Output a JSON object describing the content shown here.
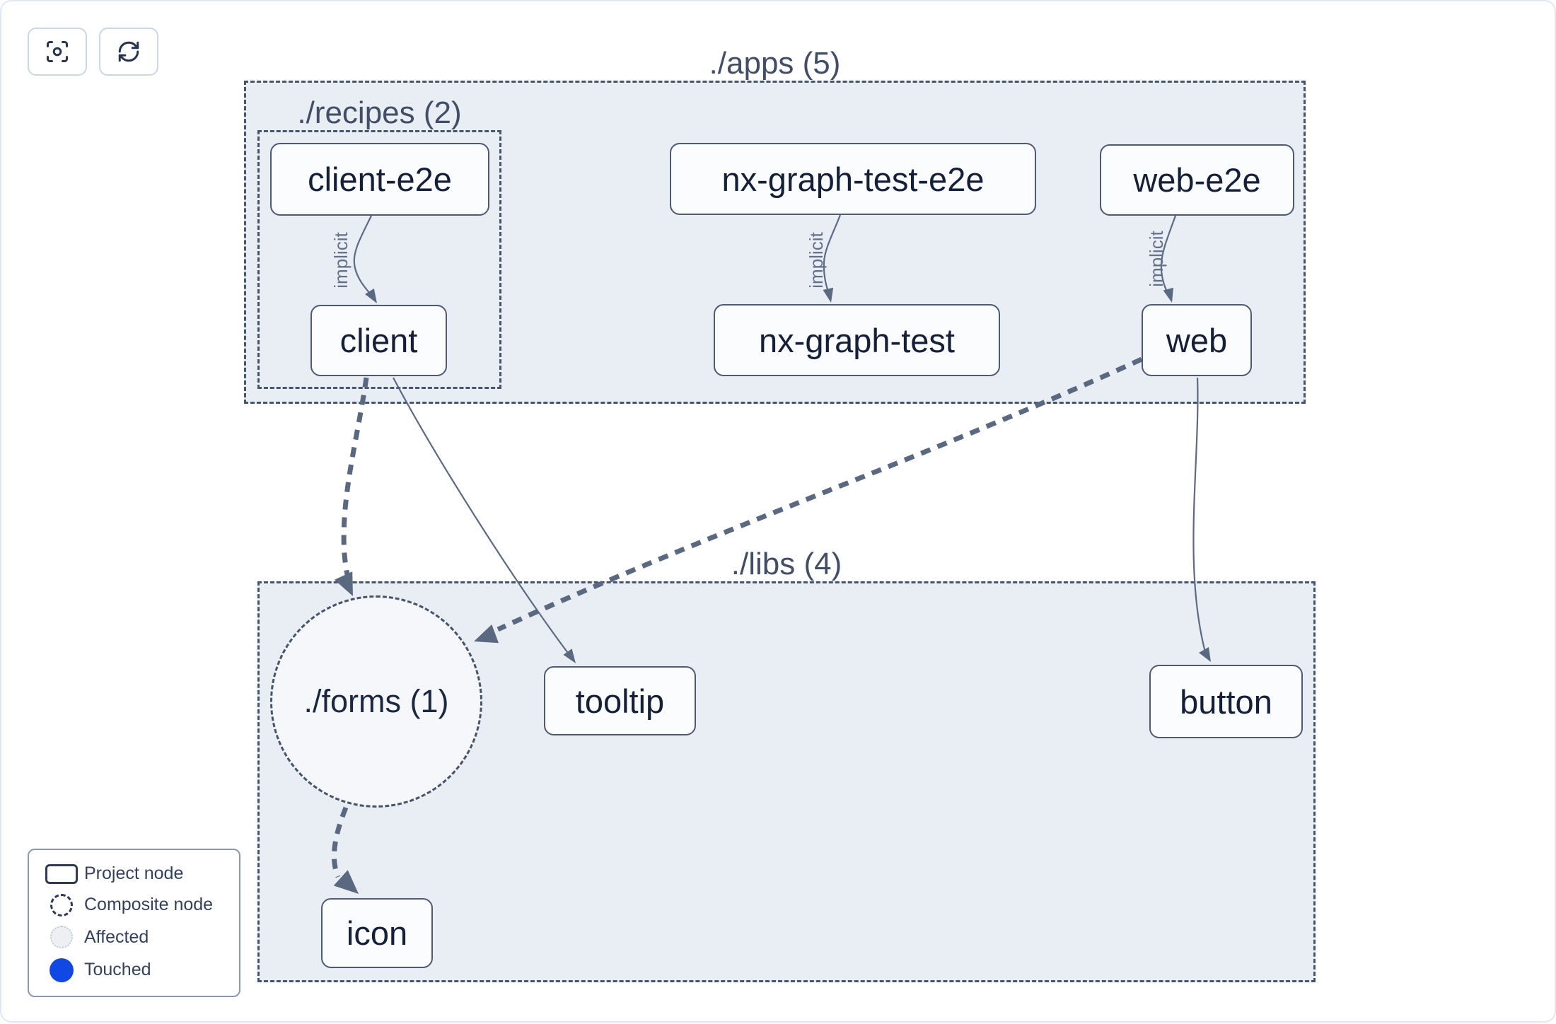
{
  "toolbar": {
    "focus_button": {
      "icon": "focus-icon"
    },
    "refresh_button": {
      "icon": "refresh-icon"
    }
  },
  "graph": {
    "groups": {
      "apps": {
        "label": "./apps (5)"
      },
      "recipes": {
        "label": "./recipes (2)"
      },
      "libs": {
        "label": "./libs (4)"
      },
      "forms": {
        "label": "./forms (1)",
        "type": "composite"
      }
    },
    "nodes": {
      "client-e2e": {
        "label": "client-e2e"
      },
      "nx-graph-test-e2e": {
        "label": "nx-graph-test-e2e"
      },
      "web-e2e": {
        "label": "web-e2e"
      },
      "client": {
        "label": "client"
      },
      "nx-graph-test": {
        "label": "nx-graph-test"
      },
      "web": {
        "label": "web"
      },
      "tooltip": {
        "label": "tooltip"
      },
      "button": {
        "label": "button"
      },
      "icon": {
        "label": "icon"
      }
    },
    "edges": [
      {
        "from": "client-e2e",
        "to": "client",
        "style": "implicit",
        "label": "implicit"
      },
      {
        "from": "nx-graph-test-e2e",
        "to": "nx-graph-test",
        "style": "implicit",
        "label": "implicit"
      },
      {
        "from": "web-e2e",
        "to": "web",
        "style": "implicit",
        "label": "implicit"
      },
      {
        "from": "client",
        "to": "forms",
        "style": "thick-dashed",
        "label": ""
      },
      {
        "from": "client",
        "to": "tooltip",
        "style": "solid",
        "label": ""
      },
      {
        "from": "web",
        "to": "forms",
        "style": "thick-dashed",
        "label": ""
      },
      {
        "from": "web",
        "to": "button",
        "style": "solid",
        "label": ""
      },
      {
        "from": "forms",
        "to": "icon",
        "style": "thick-dashed",
        "label": ""
      }
    ]
  },
  "legend": {
    "items": [
      {
        "label": "Project node",
        "swatch": "project-rect"
      },
      {
        "label": "Composite node",
        "swatch": "composite-circle"
      },
      {
        "label": "Affected",
        "swatch": "affected-circle"
      },
      {
        "label": "Touched",
        "swatch": "touched-circle"
      }
    ]
  },
  "colors": {
    "touched": "#1148e4",
    "affected_fill": "#edeff3",
    "group_fill": "#e9eef5",
    "group_border": "#46546c",
    "node_border": "#4e5a74",
    "edge": "#5b6980",
    "edge_label": "#64708a"
  }
}
